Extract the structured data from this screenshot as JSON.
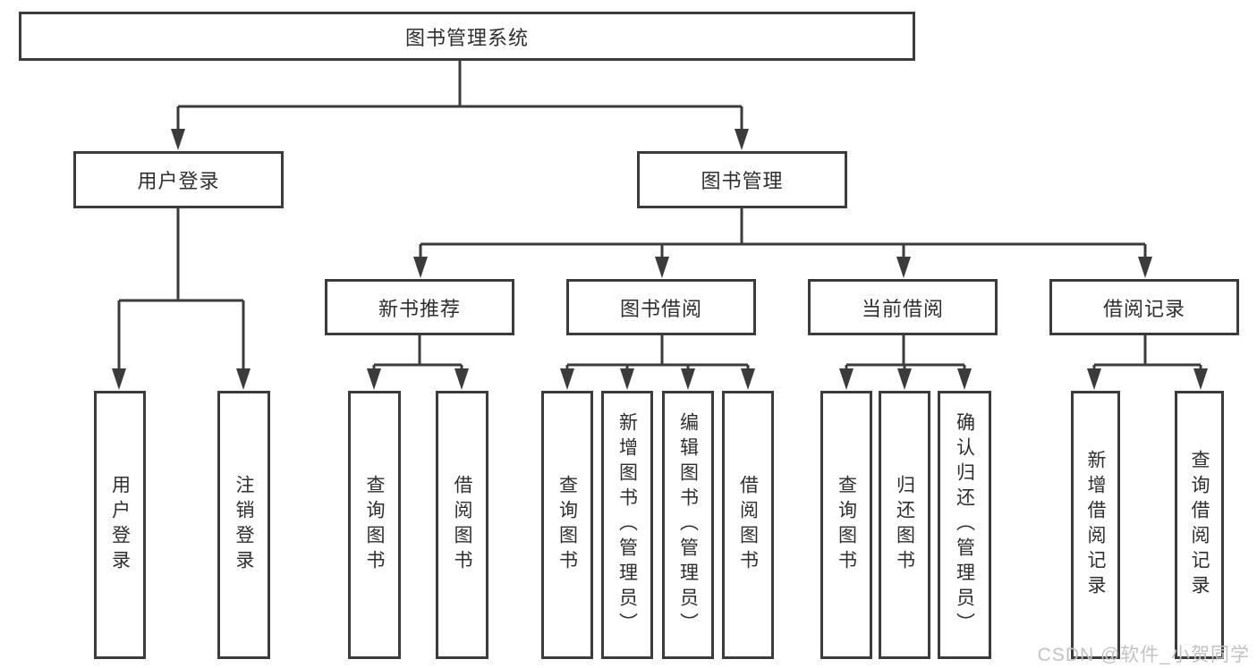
{
  "colors": {
    "line": "#3b3b3b",
    "text": "#2e2e2e",
    "watermark": "#c2c2c2",
    "background": "#ffffff"
  },
  "root": {
    "label": "图书管理系统"
  },
  "branches": {
    "user_login": {
      "label": "用户登录",
      "children": [
        "用户登录",
        "注销登录"
      ]
    },
    "book_mgmt": {
      "label": "图书管理",
      "sections": {
        "new_book": {
          "label": "新书推荐",
          "children": [
            "查询图书",
            "借阅图书"
          ]
        },
        "book_borrow": {
          "label": "图书借阅",
          "children": [
            "查询图书",
            "新增图书（管理员）",
            "编辑图书（管理员）",
            "借阅图书"
          ]
        },
        "current_borrow": {
          "label": "当前借阅",
          "children": [
            "查询图书",
            "归还图书",
            "确认归还（管理员）"
          ]
        },
        "borrow_records": {
          "label": "借阅记录",
          "children": [
            "新增借阅记录",
            "查询借阅记录"
          ]
        }
      }
    }
  },
  "watermark": "CSDN @软件_小贺同学"
}
